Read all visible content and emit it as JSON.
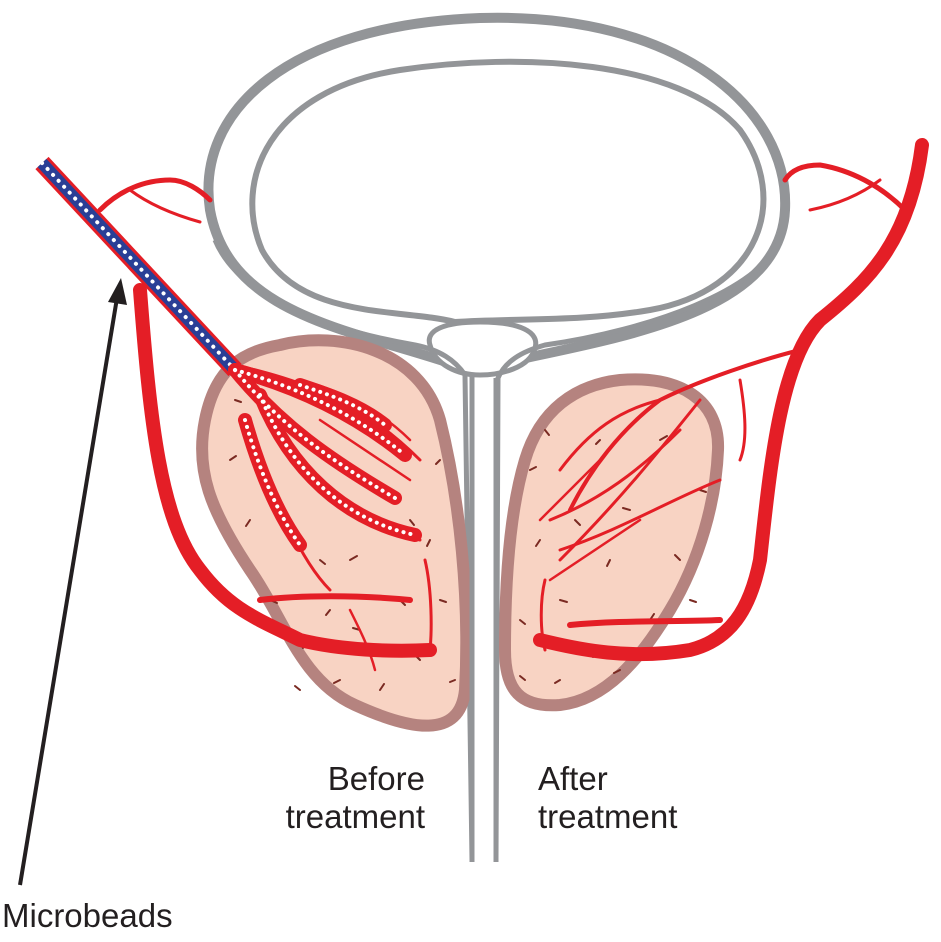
{
  "labels": {
    "before_line1": "Before",
    "before_line2": "treatment",
    "after_line1": "After",
    "after_line2": "treatment",
    "microbeads": "Microbeads"
  },
  "colors": {
    "artery": "#e41e26",
    "bladder_outline": "#939598",
    "prostate_fill": "#f8d3c3",
    "prostate_border": "#b5837f",
    "catheter": "#2a3f96",
    "microbead": "#ffffff",
    "text": "#231f20"
  },
  "icons": [
    "arrow-pointer"
  ]
}
